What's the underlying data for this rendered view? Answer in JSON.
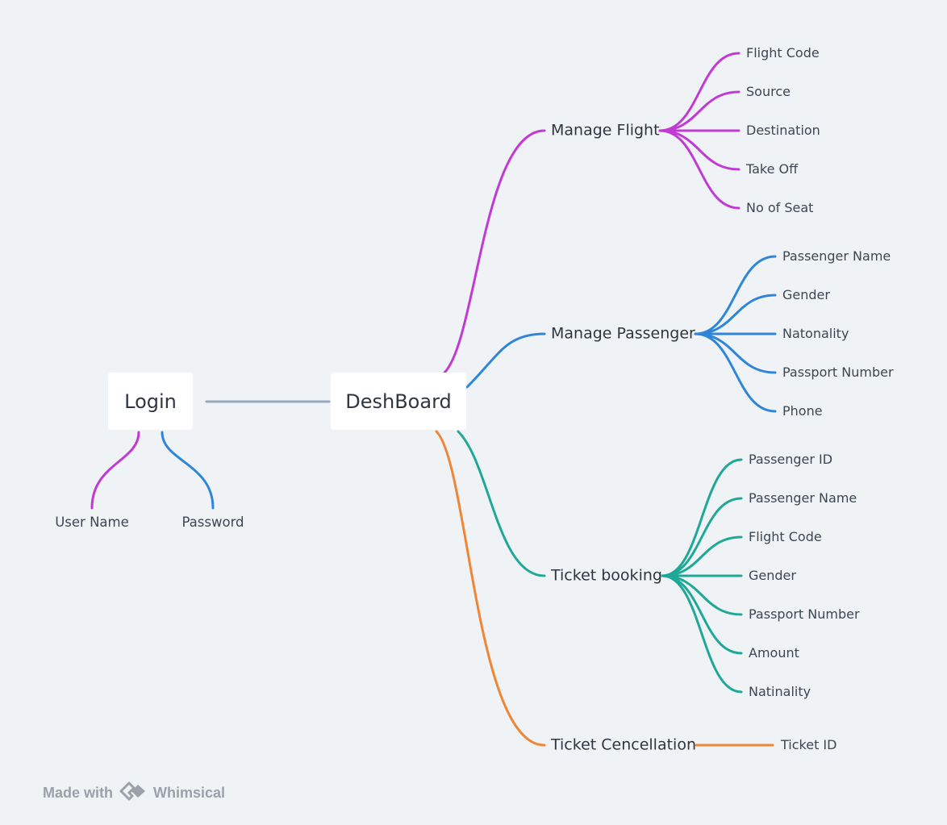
{
  "mindmap": {
    "login": {
      "label": "Login",
      "children": [
        "User Name",
        "Password"
      ]
    },
    "root": {
      "label": "DeshBoard",
      "branches": [
        {
          "key": "manage_flight",
          "label": "Manage Flight",
          "children": [
            "Flight Code",
            "Source",
            "Destination",
            "Take Off",
            "No of Seat"
          ]
        },
        {
          "key": "manage_passenger",
          "label": "Manage Passenger",
          "children": [
            "Passenger Name",
            "Gender",
            "Natonality",
            "Passport Number",
            "Phone"
          ]
        },
        {
          "key": "ticket_booking",
          "label": "Ticket booking",
          "children": [
            "Passenger ID",
            "Passenger Name",
            "Flight Code",
            "Gender",
            "Passport Number",
            "Amount",
            "Natinality"
          ]
        },
        {
          "key": "ticket_cancellation",
          "label": "Ticket Cencellation",
          "children": [
            "Ticket ID"
          ]
        }
      ]
    }
  },
  "colors": {
    "purple": "#c03ad3",
    "blue": "#2f86d8",
    "teal": "#1fa898",
    "orange": "#ee8636",
    "connector": "#95a8bf"
  },
  "footer": {
    "made_with": "Made with",
    "brand": "Whimsical",
    "logo_icon": "whimsical-logo-icon"
  }
}
